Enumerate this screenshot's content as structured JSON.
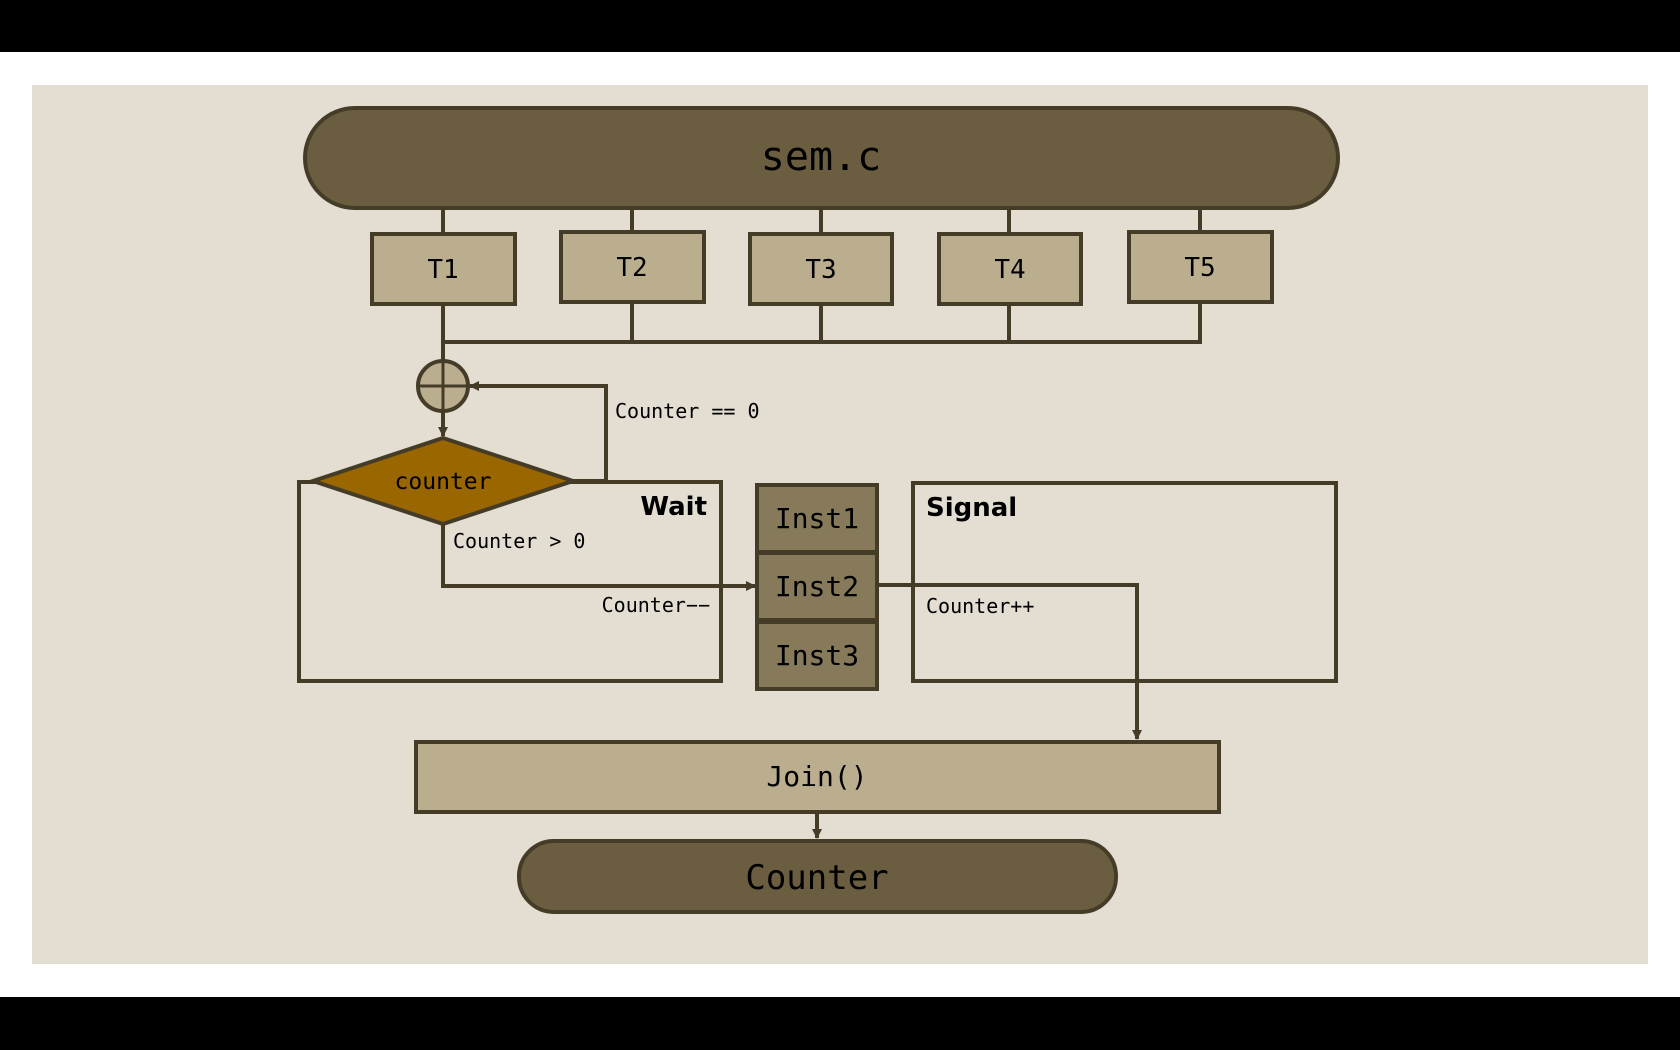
{
  "diagram": {
    "header": {
      "label": "sem.c"
    },
    "threads": [
      {
        "id": "t1",
        "label": "T1"
      },
      {
        "id": "t2",
        "label": "T2"
      },
      {
        "id": "t3",
        "label": "T3"
      },
      {
        "id": "t4",
        "label": "T4"
      },
      {
        "id": "t5",
        "label": "T5"
      }
    ],
    "decision": {
      "label": "counter"
    },
    "loop_condition": "Counter == 0",
    "proceed_condition": "Counter > 0",
    "wait_box": {
      "title": "Wait",
      "action": "Counter−−"
    },
    "signal_box": {
      "title": "Signal",
      "action": "Counter++"
    },
    "instructions": [
      {
        "id": "inst1",
        "label": "Inst1"
      },
      {
        "id": "inst2",
        "label": "Inst2"
      },
      {
        "id": "inst3",
        "label": "Inst3"
      }
    ],
    "join": {
      "label": "Join()"
    },
    "footer": {
      "label": "Counter"
    }
  },
  "colors": {
    "dark_fill": "#6b5e40",
    "light_fill": "#bbae8f",
    "stroke": "#453c28",
    "decision_fill": "#9a6600",
    "background": "#e3ddd2"
  }
}
